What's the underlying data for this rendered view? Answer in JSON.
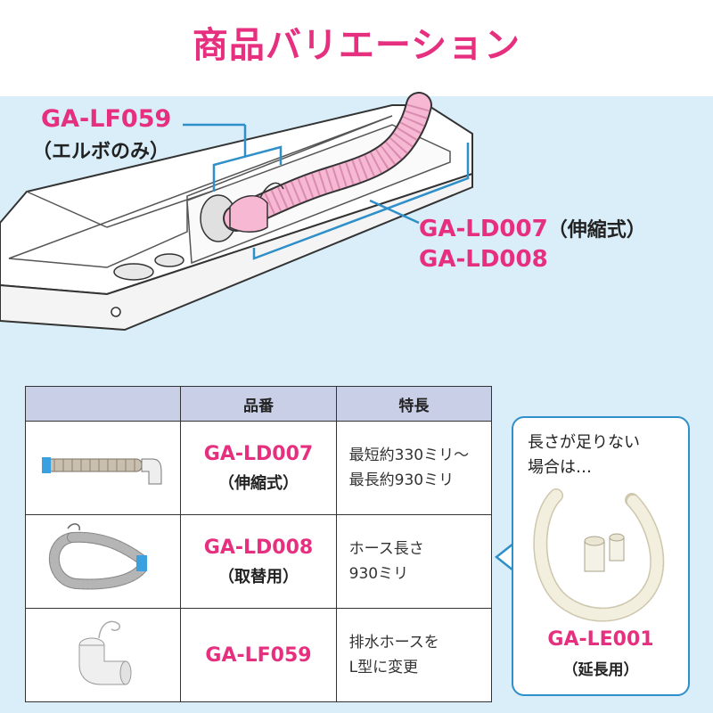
{
  "title": "商品バリエーション",
  "callouts": {
    "elbow_code": "GA-LF059",
    "elbow_note": "（エルボのみ）",
    "ext_code": "GA-LD007",
    "ext_note": "（伸縮式）",
    "replace_code": "GA-LD008"
  },
  "table": {
    "headers": [
      "",
      "品番",
      "特長"
    ],
    "rows": [
      {
        "image": "telescopic-hose-photo",
        "code": "GA-LD007",
        "sub": "（伸縮式）",
        "features": [
          "最短約330ミリ〜",
          "最長約930ミリ"
        ]
      },
      {
        "image": "replacement-hose-photo",
        "code": "GA-LD008",
        "sub": "（取替用）",
        "features": [
          "ホース長さ",
          "930ミリ"
        ]
      },
      {
        "image": "elbow-photo",
        "code": "GA-LF059",
        "sub": "",
        "features": [
          "排水ホースを",
          "L型に変更"
        ]
      }
    ]
  },
  "extension": {
    "prompt_line1": "長さが足りない",
    "prompt_line2": "場合は…",
    "code": "GA-LE001",
    "note": "（延長用）"
  },
  "colors": {
    "accent_pink": "#e6307f",
    "accent_blue": "#2e8fc9",
    "bg_lightblue": "#d9eef8",
    "header_lavender": "#c9cfe6",
    "hose_pink": "#f6b8d3"
  }
}
